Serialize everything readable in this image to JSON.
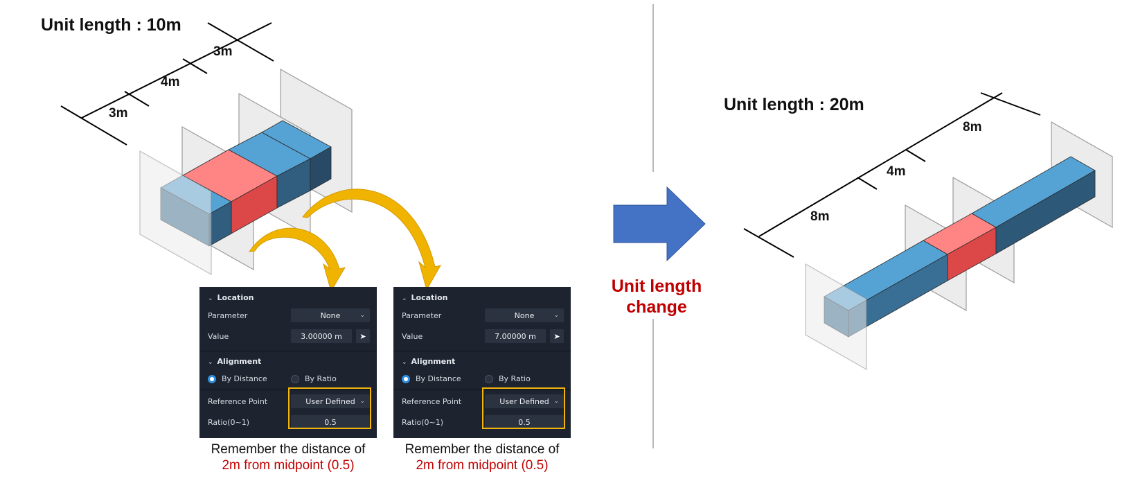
{
  "left": {
    "title": "Unit length : 10m",
    "dims": [
      "3m",
      "4m",
      "3m"
    ],
    "panels": [
      {
        "location_header": "Location",
        "parameter_label": "Parameter",
        "parameter_value": "None",
        "value_label": "Value",
        "value_value": "3.00000 m",
        "alignment_header": "Alignment",
        "by_distance": "By Distance",
        "by_ratio": "By Ratio",
        "reference_label": "Reference Point",
        "reference_value": "User Defined",
        "ratio_label": "Ratio(0~1)",
        "ratio_value": "0.5"
      },
      {
        "location_header": "Location",
        "parameter_label": "Parameter",
        "parameter_value": "None",
        "value_label": "Value",
        "value_value": "7.00000 m",
        "alignment_header": "Alignment",
        "by_distance": "By Distance",
        "by_ratio": "By Ratio",
        "reference_label": "Reference Point",
        "reference_value": "User Defined",
        "ratio_label": "Ratio(0~1)",
        "ratio_value": "0.5"
      }
    ],
    "captions": [
      {
        "line1": "Remember the distance of",
        "line2": "2m from midpoint (0.5)"
      },
      {
        "line1": "Remember the distance of",
        "line2": "2m from midpoint (0.5)"
      }
    ]
  },
  "middle": {
    "label_line1": "Unit length",
    "label_line2": "change"
  },
  "right": {
    "title": "Unit length : 20m",
    "dims": [
      "8m",
      "4m",
      "8m"
    ]
  },
  "colors": {
    "blue_top": "#55a3d4",
    "blue_front": "#3a6f95",
    "blue_side": "#284a66",
    "red_top": "#ff8484",
    "red_front": "#dc4848",
    "red_side": "#b83434",
    "plane": "#e8e8e8",
    "arrow_blue": "#4472c4",
    "curve_gold": "#e0a800",
    "highlight": "#c00000"
  }
}
